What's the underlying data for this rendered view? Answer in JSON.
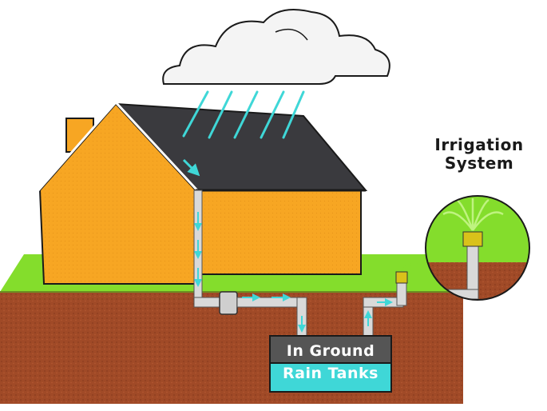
{
  "irrigation_label": [
    "Irrigation",
    "System"
  ],
  "tank_label": [
    "In Ground",
    "Rain Tanks"
  ],
  "colors": {
    "house_wall": "#f7a623",
    "roof": "#3a3a3e",
    "rain": "#3fd7d7",
    "grass": "#84dd2c",
    "soil": "#a04a27",
    "pipe": "#d9d9d9",
    "tank_top": "#555555",
    "tank_water": "#3fd7d7",
    "sprinkler": "#d9c21a"
  },
  "icons": [
    "cloud-icon",
    "rain-icon",
    "house-icon",
    "downpipe-icon",
    "filter-icon",
    "tank-icon",
    "sprinkler-icon",
    "flow-arrow-icon"
  ]
}
